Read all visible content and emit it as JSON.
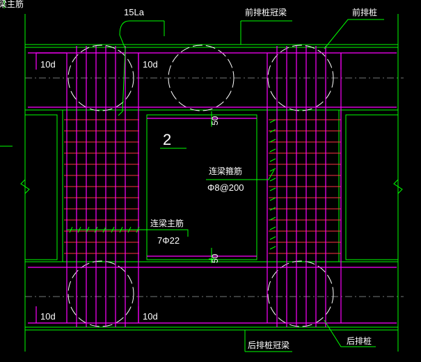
{
  "drawing": {
    "labels": {
      "top_left_cut": "梁主筋",
      "anchorage": "15La",
      "front_pile_cap_beam": "前排桩冠梁",
      "front_pile": "前排桩",
      "ld_top_left": "10d",
      "ld_top_mid": "10d",
      "region_number": "2",
      "spacing_top": "50",
      "spacing_bottom": "50",
      "stirrup_title": "连梁箍筋",
      "stirrup_spec": "Φ8@200",
      "main_bar_title": "连梁主筋",
      "main_bar_spec": "7Φ22",
      "ld_bottom_left": "10d",
      "ld_bottom_mid": "10d",
      "rear_pile_cap_beam": "后排桩冠梁",
      "rear_pile": "后排桩"
    },
    "colors": {
      "background": "#000000",
      "outline": "#00ff00",
      "rebar": "#ff00ff",
      "grid": "#ff3344",
      "leader": "#00ff00",
      "text": "#ffffff",
      "pile": "#ffffff"
    }
  }
}
